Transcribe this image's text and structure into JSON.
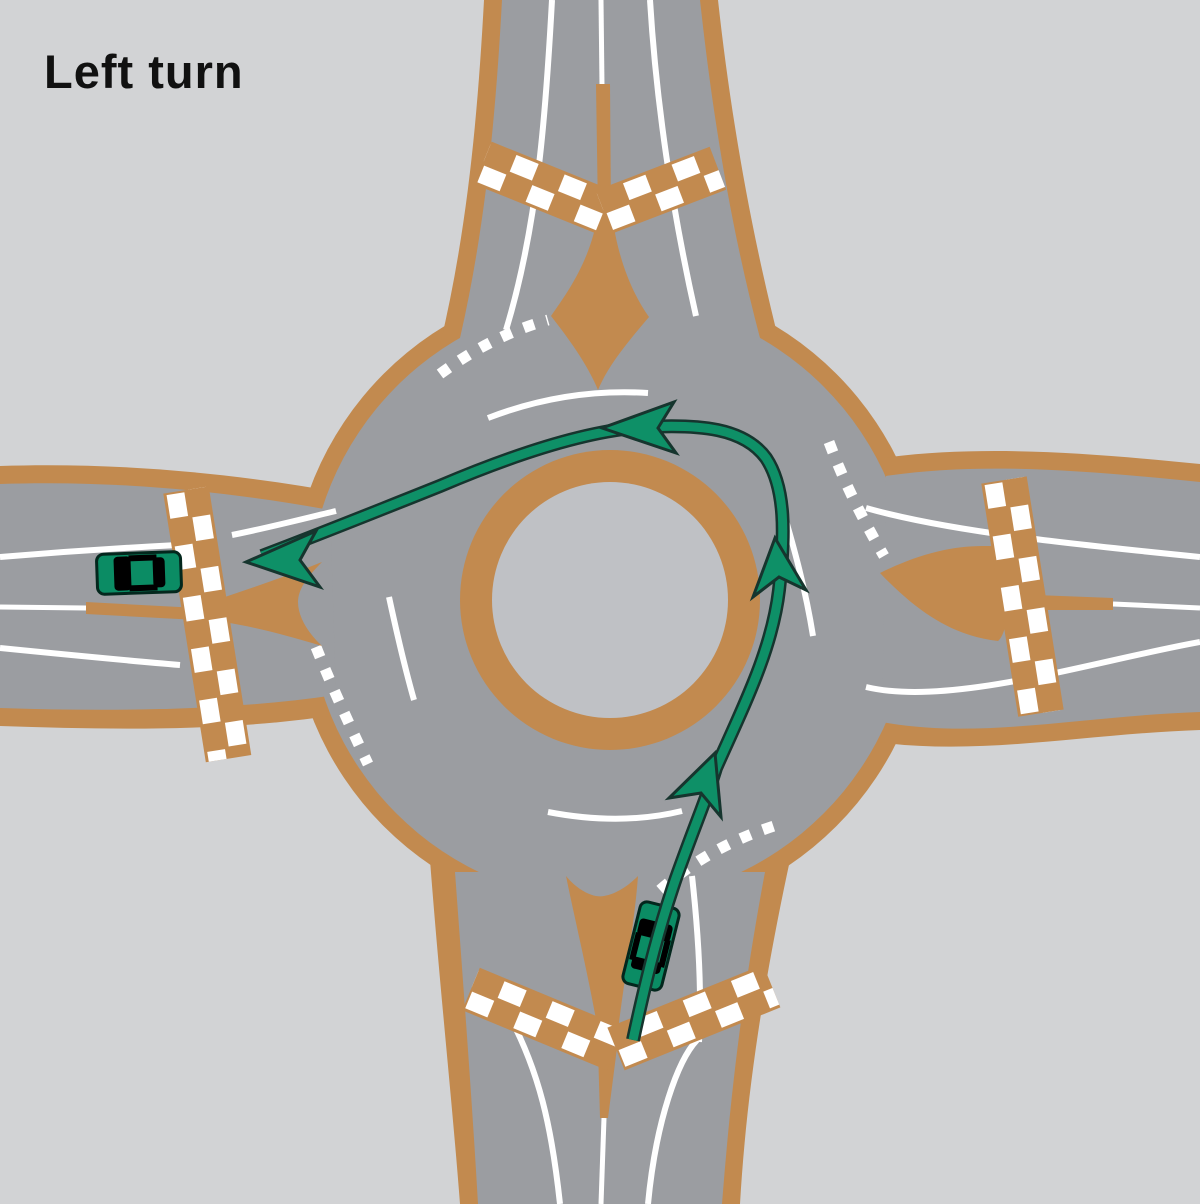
{
  "title": "Left turn",
  "diagram": {
    "type": "roundabout traffic-education schematic",
    "maneuver": "Left turn at a four-arm roundabout",
    "travel_direction": "counter-clockwise around the central island",
    "entry_approach": "south (bottom)",
    "exit_approach": "west (left)",
    "arrowhead_count": 4,
    "cars": [
      {
        "id": "car-entering",
        "position": "south approach, on route line",
        "heading": "north, angled toward roundabout"
      },
      {
        "id": "car-exiting",
        "position": "west exit lane",
        "heading": "west"
      }
    ],
    "approaches": [
      "north",
      "east",
      "south",
      "west"
    ],
    "features": [
      "central island",
      "circulating carriageway",
      "chequered pedestrian crossings on all four arms",
      "splitter islands with median strips",
      "dotted yield lines at each entry",
      "white lane lines",
      "curved lane-guide arcs inside the circle"
    ]
  },
  "colors": {
    "background": "#d2d3d5",
    "road": "#9b9da1",
    "island": "#bfc1c5",
    "border_tan": "#c28a4f",
    "marking_white": "#ffffff",
    "route_green": "#0e9067",
    "route_outline": "#16352e",
    "car_green": "#0b8c64",
    "car_window": "#000000",
    "title_text": "#111111"
  }
}
